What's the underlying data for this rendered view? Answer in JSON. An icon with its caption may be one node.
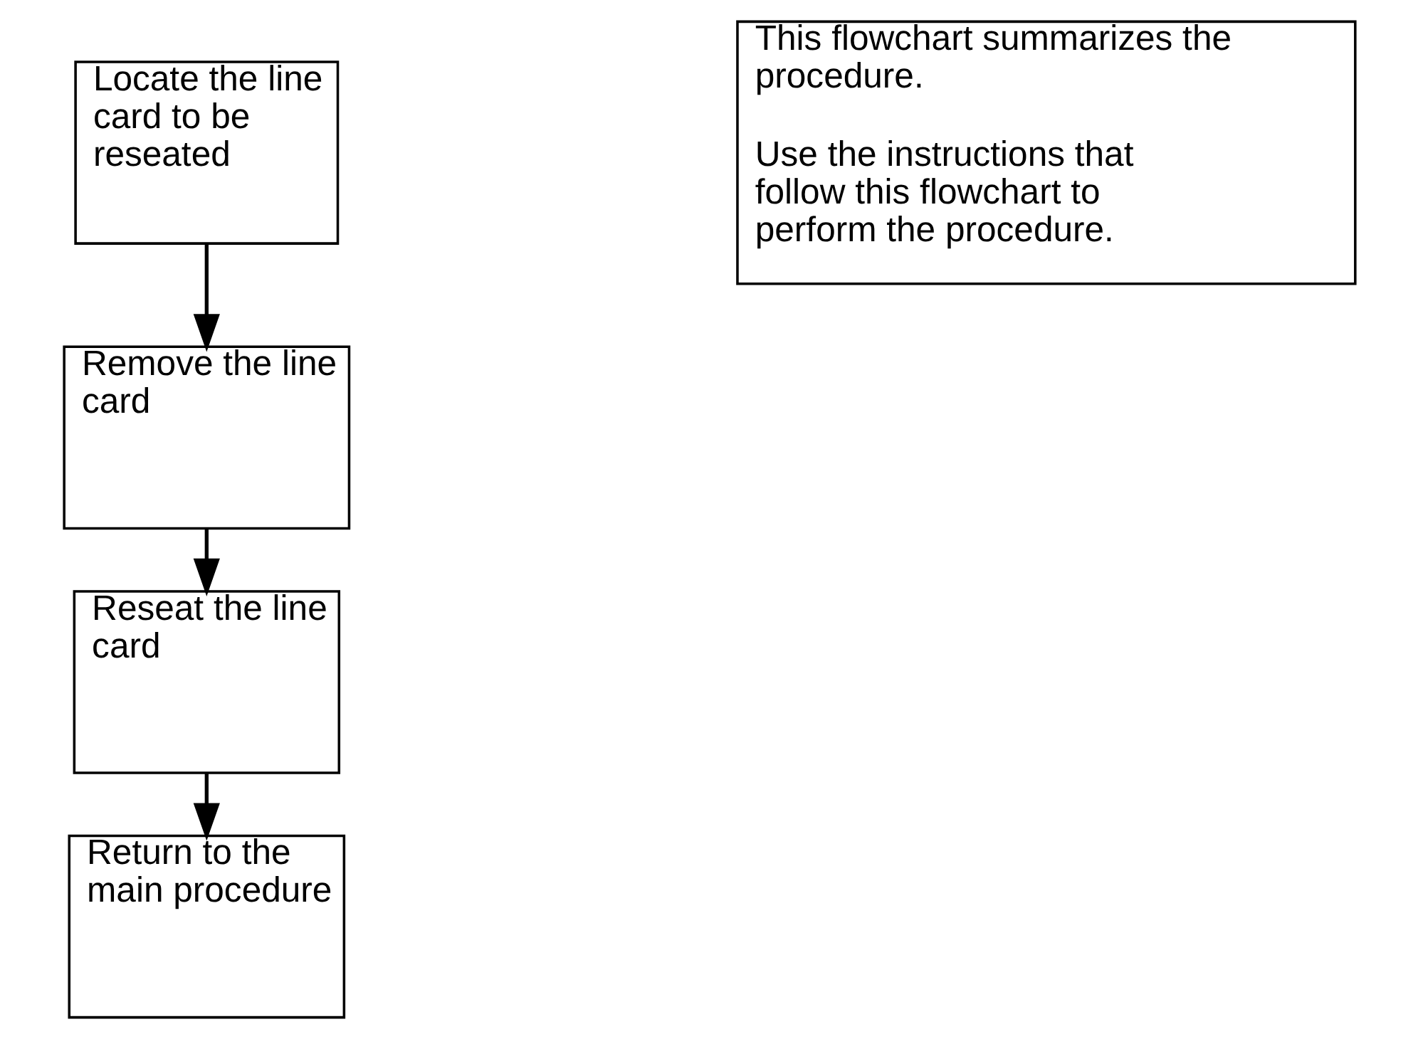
{
  "diagram": {
    "nodes": [
      {
        "text": [
          "Locate the line card to be reseated"
        ]
      },
      {
        "text": [
          "Remove the line card"
        ]
      },
      {
        "text": [
          "Reseat the line card"
        ]
      },
      {
        "text": [
          "Return to the main procedure"
        ]
      },
      {
        "text": [
          "This flowchart summarizes the procedure.",
          "Use the instructions that follow this flowchart to perform the procedure."
        ]
      }
    ],
    "edges": [
      {
        "from": 0,
        "to": 1,
        "arrow": "to"
      },
      {
        "from": 1,
        "to": 2,
        "arrow": "to"
      },
      {
        "from": 2,
        "to": 3,
        "arrow": "to"
      }
    ]
  }
}
